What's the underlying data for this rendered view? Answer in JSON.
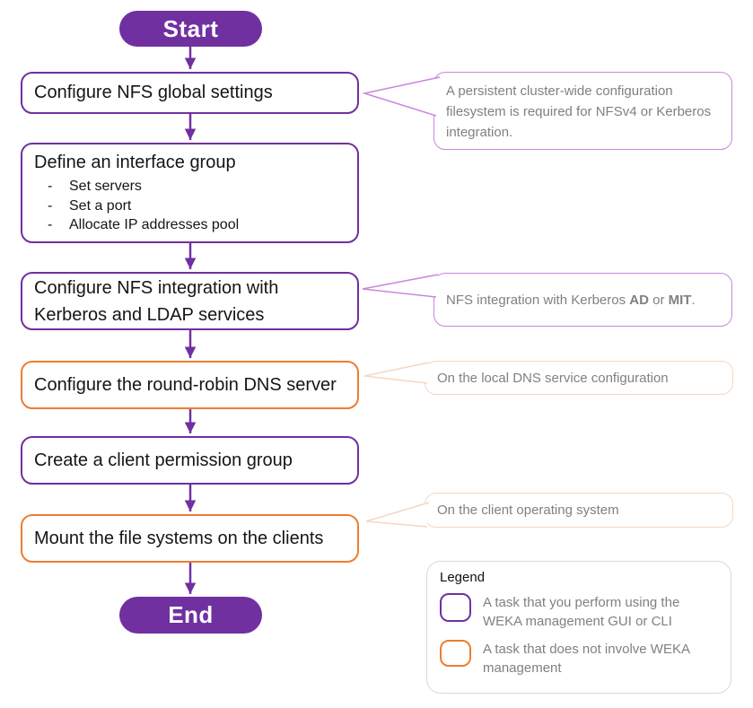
{
  "colors": {
    "weka_task_border": "#7030A0",
    "non_weka_task_border": "#ED7D31",
    "callout_purple_border": "#C887DC",
    "callout_orange_border": "#F4D7C2",
    "terminator_fill": "#7030A0",
    "note_text_gray": "#808080",
    "legend_border": "#D9D9D9"
  },
  "flow": {
    "start_label": "Start",
    "end_label": "End",
    "steps": [
      {
        "label": "Configure NFS global settings",
        "type": "weka"
      },
      {
        "label": "Define an interface group",
        "type": "weka",
        "bullet_marker": "-",
        "bullets": [
          "Set servers",
          "Set a port",
          "Allocate IP addresses pool"
        ]
      },
      {
        "label": "Configure NFS integration with Kerberos and LDAP services",
        "type": "weka"
      },
      {
        "label": "Configure the round-robin DNS server",
        "type": "non-weka"
      },
      {
        "label": "Create a client permission group",
        "type": "weka"
      },
      {
        "label": "Mount the file systems on the clients",
        "type": "non-weka"
      }
    ]
  },
  "callouts": {
    "global_settings": {
      "text": "A persistent cluster-wide configuration filesystem is required for NFSv4 or Kerberos integration."
    },
    "kerberos": {
      "prefix": "NFS integration with Kerberos ",
      "bold_ad": "AD",
      "or": " or ",
      "bold_mit": "MIT",
      "period": "."
    },
    "dns": {
      "text": "On the local DNS service configuration"
    },
    "mount": {
      "text": "On the client operating system"
    }
  },
  "legend": {
    "title": "Legend",
    "items": [
      {
        "swatch": "weka",
        "text": "A task that you perform using the WEKA management GUI or CLI"
      },
      {
        "swatch": "non-weka",
        "text": "A task that does not involve WEKA management"
      }
    ]
  }
}
